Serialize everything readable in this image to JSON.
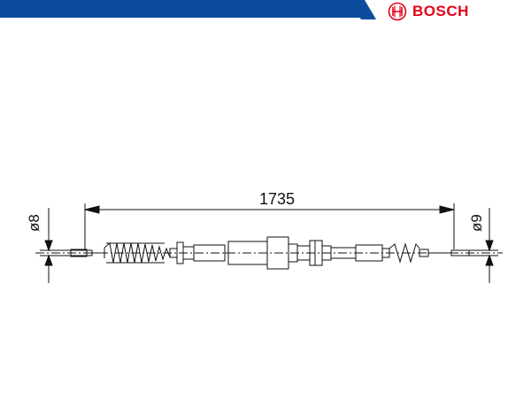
{
  "header": {
    "brand_name": "BOSCH",
    "stripe_color": "#0b4c9c",
    "brand_color": "#e2001a",
    "logo": "bosch-armature-icon"
  },
  "drawing": {
    "length_label": "1735",
    "left_diameter_label": "ø8",
    "right_diameter_label": "ø9"
  }
}
